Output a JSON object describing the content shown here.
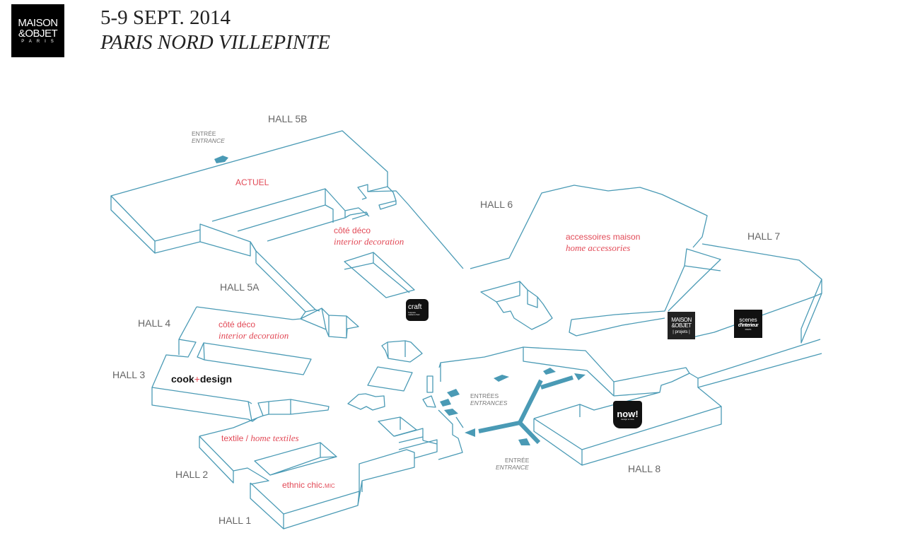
{
  "header": {
    "logo": {
      "line1": "MAISON",
      "line2": "&OBJET",
      "line3": "PARIS"
    },
    "date": "5-9 SEPT. 2014",
    "venue": "PARIS NORD VILLEPINTE"
  },
  "halls": {
    "h1": "HALL 1",
    "h2": "HALL 2",
    "h3": "HALL 3",
    "h4": "HALL 4",
    "h5a": "HALL 5A",
    "h5b": "HALL 5B",
    "h6": "HALL 6",
    "h7": "HALL 7",
    "h8": "HALL 8"
  },
  "sectors": {
    "actuel": "ACTUEL",
    "cote_deco_5b": {
      "fr": "côté déco",
      "en": "interior decoration"
    },
    "cote_deco_4": {
      "fr": "côté déco",
      "en": "interior decoration"
    },
    "accessoires": {
      "fr": "accessoires maison",
      "en": "home accessories"
    },
    "cook_design": {
      "part1": "cook",
      "plus": "+",
      "part2": "design"
    },
    "textile": {
      "fr": "textile / ",
      "en": "home textiles"
    },
    "ethnic": {
      "main": "ethnic chic.",
      "suffix": "MIC"
    }
  },
  "entrances": {
    "north": {
      "fr": "ENTRÉE",
      "en": "ENTRANCE"
    },
    "center": {
      "fr": "ENTRÉES",
      "en": "ENTRANCES"
    },
    "south": {
      "fr": "ENTRÉE",
      "en": "ENTRANCE"
    }
  },
  "badges": {
    "craft": {
      "title": "craft",
      "sub1": "l'espace",
      "sub2": "métiers d'art"
    },
    "projets": {
      "line1": "MAISON",
      "line2": "&OBJET",
      "line3": "| projets |"
    },
    "scenes": {
      "line1": "scenes",
      "line2": "d'interieur",
      "line3": "PARIS"
    },
    "now": {
      "title": "now!",
      "sub": "design à vivre"
    }
  },
  "colors": {
    "wall": "#4a9ab5",
    "sector_text": "#e24a57",
    "hall_text": "#666666"
  }
}
